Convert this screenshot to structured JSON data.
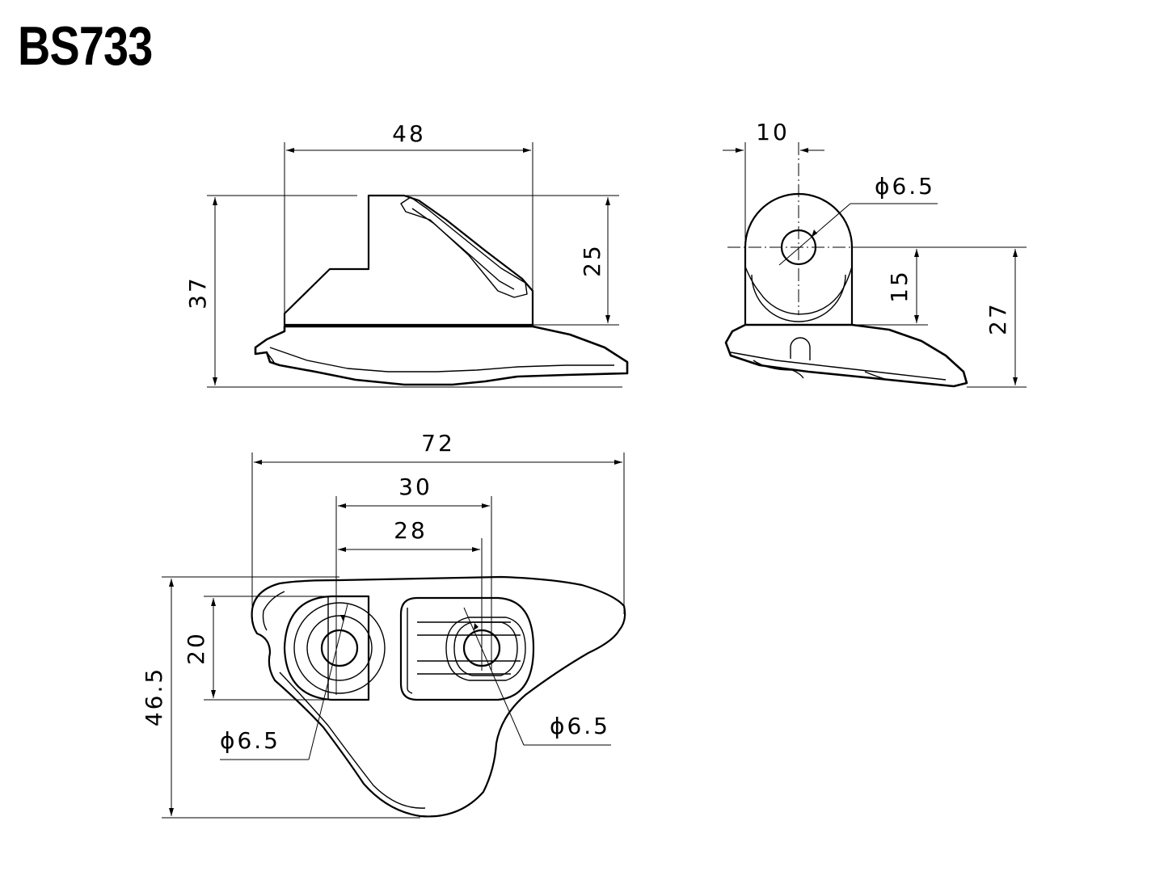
{
  "title": "BS733",
  "dimensions": {
    "front_width": "48",
    "front_height_total": "37",
    "front_height_upper": "25",
    "side_width": "10",
    "side_hole_dia": "ϕ6.5",
    "side_hole_height": "15",
    "side_height_total": "27",
    "bottom_overall_width": "72",
    "bottom_slot_outer": "30",
    "bottom_hole_spacing": "28",
    "bottom_slot_height": "20",
    "bottom_overall_depth": "46.5",
    "bottom_left_hole_dia": "ϕ6.5",
    "bottom_right_hole_dia": "ϕ6.5"
  }
}
